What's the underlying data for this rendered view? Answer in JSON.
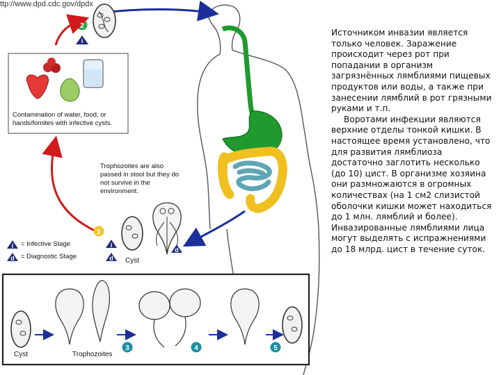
{
  "source_url": "ttp://www.dpd.cdc.gov/dpdx",
  "stage_markers": [
    "1",
    "2",
    "3",
    "4",
    "5"
  ],
  "stage_symbols": {
    "infective": "i",
    "diagnostic": "d"
  },
  "contamination_caption": "Contamination of water, food, or hands/fomites with infective cysts.",
  "trophozoite_note": "Trophozoites are also passed in stool but they do not survive in the environment.",
  "legend": {
    "infective": "= Infective Stage",
    "diagnostic": "= Diagnostic Stage"
  },
  "labels": {
    "cyst_upper": "Cyst",
    "cyst_bottom": "Cyst",
    "trophozoites": "Trophozoites"
  },
  "text": {
    "paragraph1": "Источником инвазии является только человек. Заражение происходит через рот при попадании в организм загрязнённых лямблиями пищевых продуктов или воды, а также при занесении лямблий в рот грязными руками и т.п.",
    "paragraph2": "Воротами инфекции являются верхние отделы тонкой кишки. В настоящее время установлено, что для развития лямблиоза достаточно заглотить несколько (до 10) цист. В организме хозяина они размножаются в огромных количествах (на 1 см2 слизистой оболочки кишки может находиться до 1 млн. лямблий и более). Инвазированные лямблиями лица могут выделять с испражнениями до 18 млрд. цист в течение суток."
  },
  "colors": {
    "stomach": "#1f9a2e",
    "small_intestine": "#5fa6b4",
    "large_intestine": "#f0c020",
    "arrow_red": "#d21a1a",
    "arrow_blue": "#1b2f9a",
    "marker_green": "#2aa84a",
    "marker_yellow": "#f4c430",
    "marker_teal": "#1a8fa0",
    "symbol_navy": "#1e2a78"
  }
}
